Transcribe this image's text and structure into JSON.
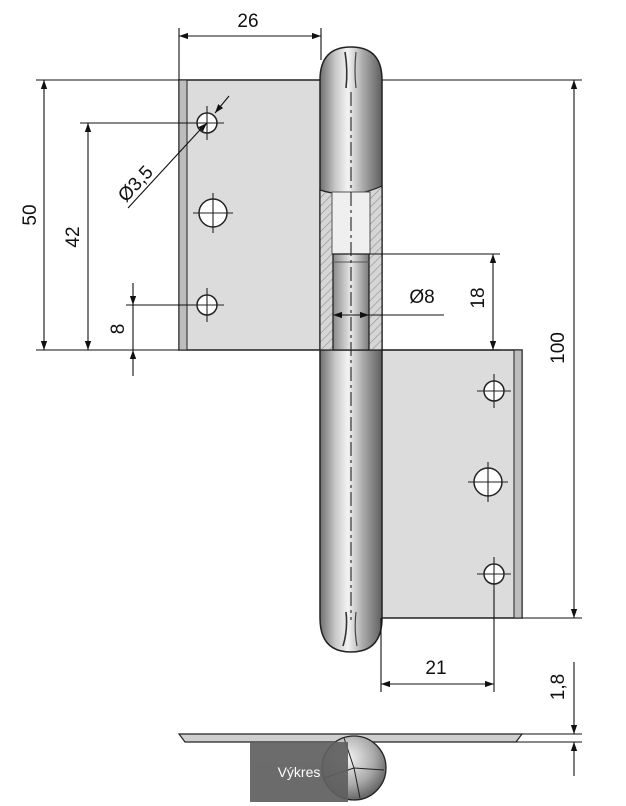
{
  "dimensions": {
    "width_26": "26",
    "height_50": "50",
    "spacing_42": "42",
    "hole_dia": "Ø3,5",
    "offset_8": "8",
    "pin_dia": "Ø8",
    "pin_len_18": "18",
    "height_100": "100",
    "width_21": "21",
    "thickness_1_8": "1,8"
  },
  "badge": {
    "label": "Výkres"
  }
}
